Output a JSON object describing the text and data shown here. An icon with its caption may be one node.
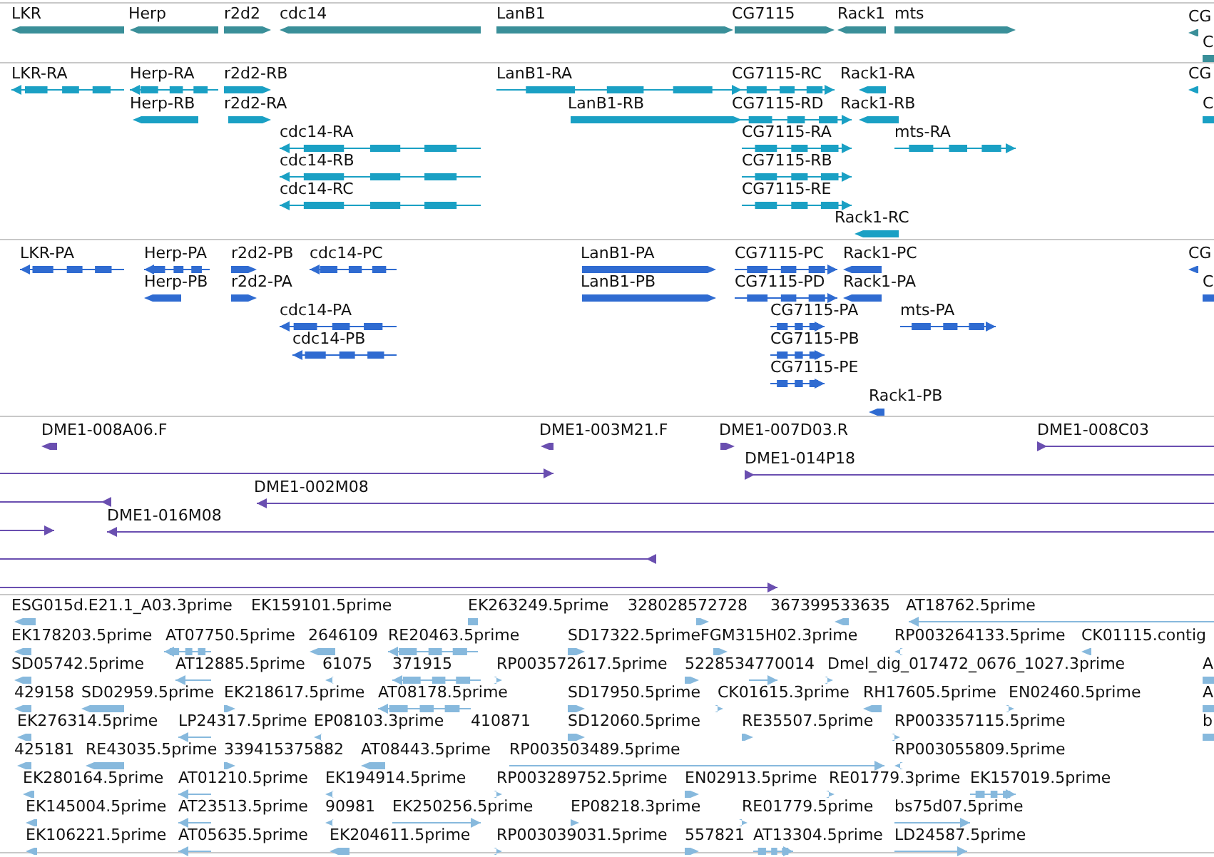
{
  "diagram": {
    "labels": [
      "LKR",
      "Herp",
      "r2d2",
      "cdc14",
      "LanB1",
      "CG7115",
      "Rack1",
      "mts",
      "CG",
      "C",
      "LKR-RA",
      "Herp-RA",
      "r2d2-RB",
      "LanB1-RA",
      "CG7115-RC",
      "Rack1-RA",
      "CG",
      "Herp-RB",
      "r2d2-RA",
      "LanB1-RB",
      "CG7115-RD",
      "Rack1-RB",
      "C",
      "cdc14-RA",
      "CG7115-RA",
      "mts-RA",
      "cdc14-RB",
      "CG7115-RB",
      "cdc14-RC",
      "CG7115-RE",
      "Rack1-RC",
      "LKR-PA",
      "Herp-PA",
      "r2d2-PB",
      "cdc14-PC",
      "LanB1-PA",
      "CG7115-PC",
      "Rack1-PC",
      "CG",
      "Herp-PB",
      "r2d2-PA",
      "LanB1-PB",
      "CG7115-PD",
      "Rack1-PA",
      "C",
      "cdc14-PA",
      "CG7115-PA",
      "mts-PA",
      "cdc14-PB",
      "CG7115-PB",
      "CG7115-PE",
      "Rack1-PB",
      "DME1-008A06.F",
      "DME1-003M21.F",
      "DME1-007D03.R",
      "DME1-008C03",
      "DME1-014P18",
      "DME1-002M08",
      "DME1-016M08",
      "ESG015d.E21.1_A03.3prime",
      "EK159101.5prime",
      "EK263249.5prime",
      "328028572728",
      "367399533635",
      "AT18762.5prime",
      "EK178203.5prime",
      "AT07750.5prime",
      "2646109",
      "RE20463.5prime",
      "SD17322.5prime",
      "FGM315H02.3prime",
      "RP003264133.5prime",
      "CK01115.contig",
      "SD05742.5prime",
      "AT12885.5prime",
      "61075",
      "371915",
      "RP003572617.5prime",
      "5228534770014",
      "Dmel_dig_017472_0676_1027.3prime",
      "A",
      "429158",
      "SD02959.5prime",
      "EK218617.5prime",
      "AT08178.5prime",
      "SD17950.5prime",
      "CK01615.3prime",
      "RH17605.5prime",
      "EN02460.5prime",
      "A",
      "EK276314.5prime",
      "LP24317.5prime",
      "EP08103.3prime",
      "410871",
      "SD12060.5prime",
      "RE35507.5prime",
      "RP003357115.5prime",
      "b",
      "425181",
      "RE43035.5prime",
      "339415375882",
      "AT08443.5prime",
      "RP003503489.5prime",
      "RP003055809.5prime",
      "EK280164.5prime",
      "AT01210.5prime",
      "EK194914.5prime",
      "RP003289752.5prime",
      "EN02913.5prime",
      "RE01779.3prime",
      "EK157019.5prime",
      "EK145004.5prime",
      "AT23513.5prime",
      "90981",
      "EK250256.5prime",
      "EP08218.3prime",
      "RE01779.5prime",
      "bs75d07.5prime",
      "EK106221.5prime",
      "AT05635.5prime",
      "EK204611.5prime",
      "RP003039031.5prime",
      "557821",
      "AT13304.5prime",
      "LD24587.5prime"
    ]
  }
}
